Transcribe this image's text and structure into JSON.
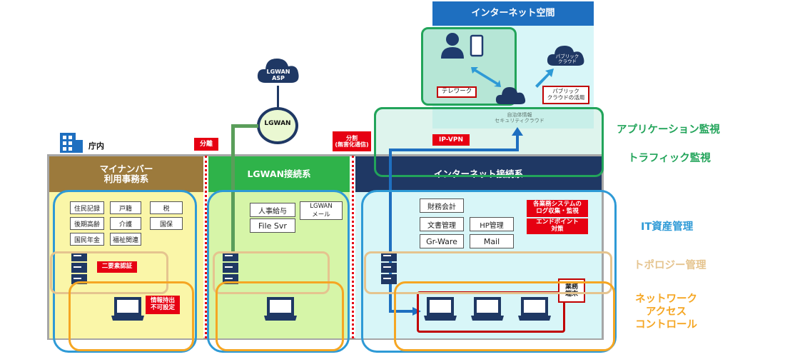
{
  "internet_space": {
    "title": "インターネット空間",
    "telework": "テレワーク",
    "public_cloud": "パブリック\nクラウド",
    "public_cloud_use": "パブリック\nクラウドの活用"
  },
  "security_cloud": {
    "label": "自治体情報\nセキュリティクラウド"
  },
  "lgwan_asp": {
    "label": "LGWAN\nASP"
  },
  "lgwan_hub": {
    "label": "LGWAN"
  },
  "office": {
    "label": "庁内"
  },
  "separators": {
    "bunri": "分離",
    "bunkatsu": "分割\n(無害化通信)"
  },
  "ipvpn": {
    "label": "IP-VPN"
  },
  "zones": {
    "mynumber": {
      "title": "マイナンバー\n利用事務系",
      "apps": [
        "住民記録",
        "戸籍",
        "税",
        "後期高齢",
        "介護",
        "国保",
        "国民年金",
        "福祉関連"
      ],
      "two_factor": "二要素認証",
      "no_export": "情報持出\n不可設定"
    },
    "lgwan": {
      "title": "LGWAN接続系",
      "apps": [
        "人事給与",
        "LGWAN\nメール",
        "File Svr"
      ]
    },
    "internet": {
      "title": "インターネット接続系",
      "apps": [
        "財務会計",
        "文書管理",
        "HP管理",
        "Gr-Ware",
        "Mail"
      ],
      "log_collect": "各業務システムの\nログ収集・監視",
      "endpoint": "エンドポイント\n対策",
      "work_terminal": "業務\n端末"
    }
  },
  "legend": {
    "app_monitor": "アプリケーション監視",
    "traffic_monitor": "トラフィック監視",
    "it_asset": "IT資産管理",
    "topology": "トポロジー管理",
    "nac": "ネットワーク\nアクセス\nコントロール"
  },
  "colors": {
    "green": "#22a45a",
    "blue": "#2e9ad6",
    "tan": "#e5c48f",
    "orange": "#f5a623",
    "navy": "#1f3864",
    "brown": "#9c7a3c",
    "lgwan_green": "#2fb34a",
    "red": "#e60012"
  }
}
